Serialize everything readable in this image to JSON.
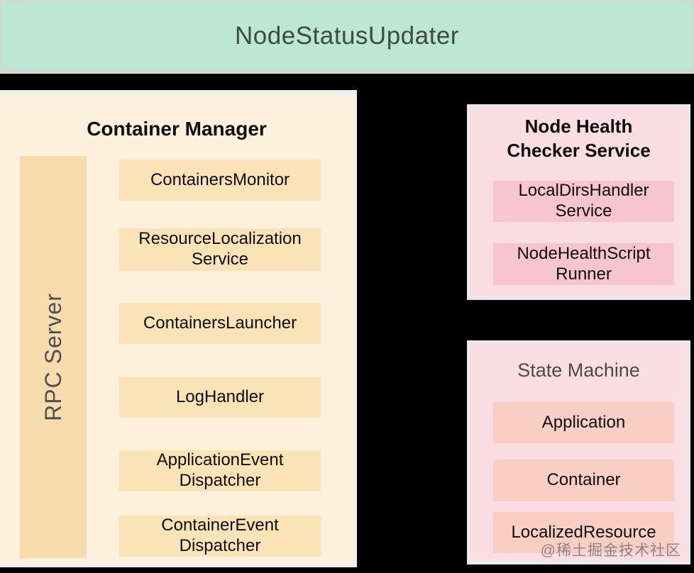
{
  "banner": {
    "title": "NodeStatusUpdater"
  },
  "container_manager": {
    "title": "Container Manager",
    "rpc_server_label": "RPC Server",
    "components": [
      "ContainersMonitor",
      "ResourceLocalization Service",
      "ContainersLauncher",
      "LogHandler",
      "ApplicationEvent Dispatcher",
      "ContainerEvent Dispatcher"
    ]
  },
  "node_health_checker": {
    "title": "Node Health Checker Service",
    "components": [
      "LocalDirsHandler Service",
      "NodeHealthScript Runner"
    ]
  },
  "state_machine": {
    "title": "State Machine",
    "components": [
      "Application",
      "Container",
      "LocalizedResource"
    ]
  },
  "watermark": "@稀土掘金技术社区",
  "palette": {
    "background": "#000000",
    "banner_fill": "#bce8d2",
    "banner_border": "#d4d7d3",
    "banner_text": "#3f4a44",
    "container_manager_fill": "#fdf1de",
    "container_manager_border": "#f2eff5",
    "container_component_fill": "#fbe3b8",
    "rpc_server_fill": "#f8dcae",
    "pink_panel_fill": "#fbdee4",
    "pink_panel_border": "#ebe8ed",
    "node_health_component_fill": "#f6c5d0",
    "state_machine_component_fill": "#f8cfc2",
    "dark_text": "#0d0d0d",
    "gray_text": "#4a4a4a"
  }
}
